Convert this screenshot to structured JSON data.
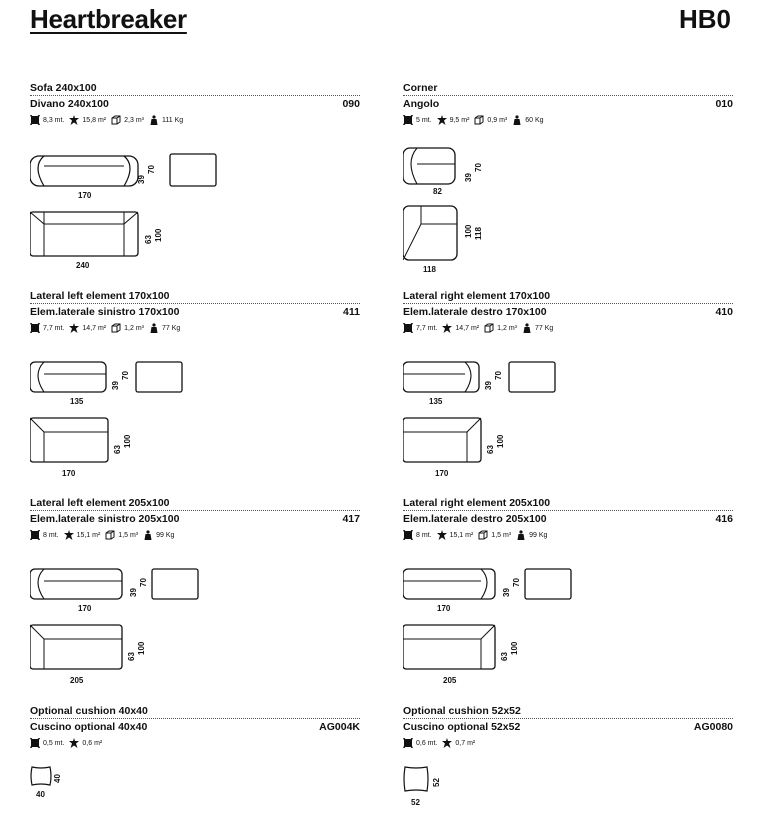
{
  "header": {
    "title": "Heartbreaker",
    "code": "HB0"
  },
  "items": [
    {
      "title_en": "Sofa 240x100",
      "title_it": "Divano 240x100",
      "code": "090",
      "specs": {
        "fabric": "8,3 mt.",
        "leather": "15,8 m²",
        "volume": "2,3 m³",
        "weight": "111 Kg"
      },
      "dims": {
        "side_height": "39",
        "side_depth": "70",
        "front_width": "170",
        "plan_depth_inner": "63",
        "plan_depth": "100",
        "plan_width": "240"
      }
    },
    {
      "title_en": "Corner",
      "title_it": "Angolo",
      "code": "010",
      "specs": {
        "fabric": "5 mt.",
        "leather": "9,5 m²",
        "volume": "0,9 m³",
        "weight": "60 Kg"
      },
      "dims": {
        "side_height": "39",
        "side_depth": "70",
        "front_width": "82",
        "plan_depth_inner": "100",
        "plan_depth": "118",
        "plan_width": "118"
      }
    },
    {
      "title_en": "Lateral left element 170x100",
      "title_it": "Elem.laterale sinistro 170x100",
      "code": "411",
      "specs": {
        "fabric": "7,7 mt.",
        "leather": "14,7 m²",
        "volume": "1,2 m³",
        "weight": "77 Kg"
      },
      "dims": {
        "side_height": "39",
        "side_depth": "70",
        "front_width": "135",
        "plan_depth_inner": "63",
        "plan_depth": "100",
        "plan_width": "170"
      }
    },
    {
      "title_en": "Lateral right element 170x100",
      "title_it": "Elem.laterale destro 170x100",
      "code": "410",
      "specs": {
        "fabric": "7,7 mt.",
        "leather": "14,7 m²",
        "volume": "1,2 m³",
        "weight": "77 Kg"
      },
      "dims": {
        "side_height": "39",
        "side_depth": "70",
        "front_width": "135",
        "plan_depth_inner": "63",
        "plan_depth": "100",
        "plan_width": "170"
      }
    },
    {
      "title_en": "Lateral left element 205x100",
      "title_it": "Elem.laterale sinistro 205x100",
      "code": "417",
      "specs": {
        "fabric": "8 mt.",
        "leather": "15,1 m²",
        "volume": "1,5 m³",
        "weight": "99 Kg"
      },
      "dims": {
        "side_height": "39",
        "side_depth": "70",
        "front_width": "170",
        "plan_depth_inner": "63",
        "plan_depth": "100",
        "plan_width": "205"
      }
    },
    {
      "title_en": "Lateral right element 205x100",
      "title_it": "Elem.laterale destro 205x100",
      "code": "416",
      "specs": {
        "fabric": "8 mt.",
        "leather": "15,1 m²",
        "volume": "1,5 m³",
        "weight": "99 Kg"
      },
      "dims": {
        "side_height": "39",
        "side_depth": "70",
        "front_width": "170",
        "plan_depth_inner": "63",
        "plan_depth": "100",
        "plan_width": "205"
      }
    },
    {
      "title_en": "Optional cushion 40x40",
      "title_it": "Cuscino optional 40x40",
      "code": "AG004K",
      "specs": {
        "fabric": "0,5 mt.",
        "leather": "0,6 m²"
      },
      "dims": {
        "height": "40",
        "width": "40"
      }
    },
    {
      "title_en": "Optional cushion 52x52",
      "title_it": "Cuscino optional 52x52",
      "code": "AG0080",
      "specs": {
        "fabric": "0,6 mt.",
        "leather": "0,7 m²"
      },
      "dims": {
        "height": "52",
        "width": "52"
      }
    }
  ],
  "spec_icons": {
    "fabric": "fabric-icon",
    "leather": "leather-hide-icon",
    "volume": "box-volume-icon",
    "weight": "weight-icon"
  }
}
